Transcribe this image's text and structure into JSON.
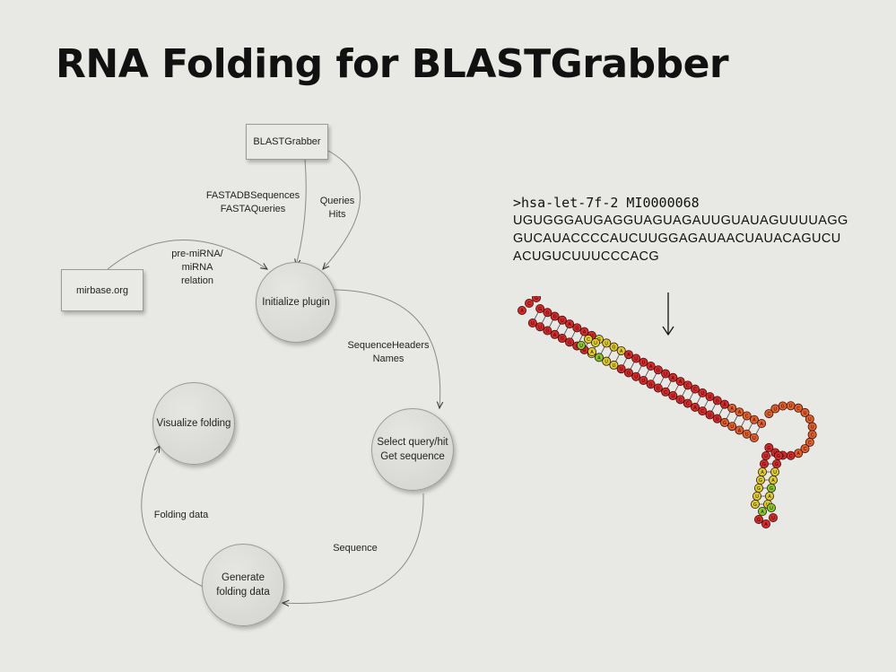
{
  "title": "RNA Folding for BLASTGrabber",
  "nodes": {
    "blastgrabber": "BLASTGrabber",
    "mirbase": "mirbase.org",
    "init": "Initialize plugin",
    "select": "Select query/hit\nGet sequence",
    "generate": "Generate\nfolding data",
    "visualize": "Visualize folding"
  },
  "edge_labels": {
    "fasta": "FASTADBSequences\nFASTAQueries",
    "queries_hits": "Queries\nHits",
    "premirna": "pre-miRNA/\nmiRNA\nrelation",
    "seqheaders": "SequenceHeaders\nNames",
    "sequence": "Sequence",
    "folding_data": "Folding data"
  },
  "sequence": {
    "header": ">hsa-let-7f-2 MI0000068",
    "lines": [
      "UGUGGGAUGAGGUAGUAGAUUGUAUAGUUUUAGG",
      "GUCAUACCCCAUCUUGGAGAUAACUAUACAGUCU",
      "ACUGUCUUUCCCACG"
    ]
  },
  "structure_colors": {
    "red": "#d42a2a",
    "orange": "#e0622a",
    "yellow": "#d6cf2a",
    "green": "#7dcc2a"
  }
}
